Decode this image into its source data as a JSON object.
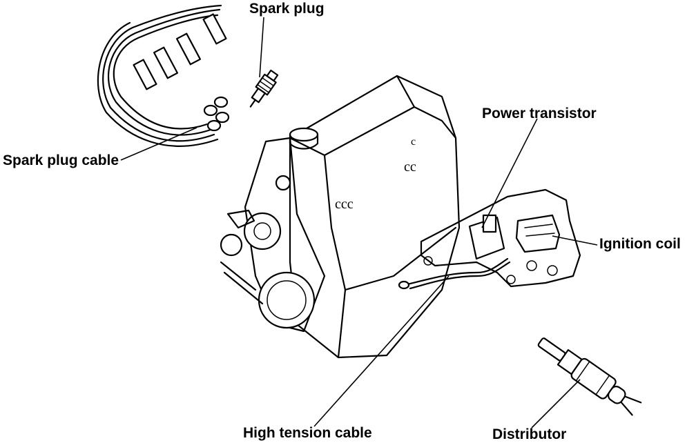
{
  "labels": {
    "spark_plug": "Spark plug",
    "spark_plug_cable": "Spark plug cable",
    "power_transistor": "Power transistor",
    "ignition_coil": "Ignition coil",
    "high_tension_cable": "High tension cable",
    "distributor": "Distributor"
  }
}
